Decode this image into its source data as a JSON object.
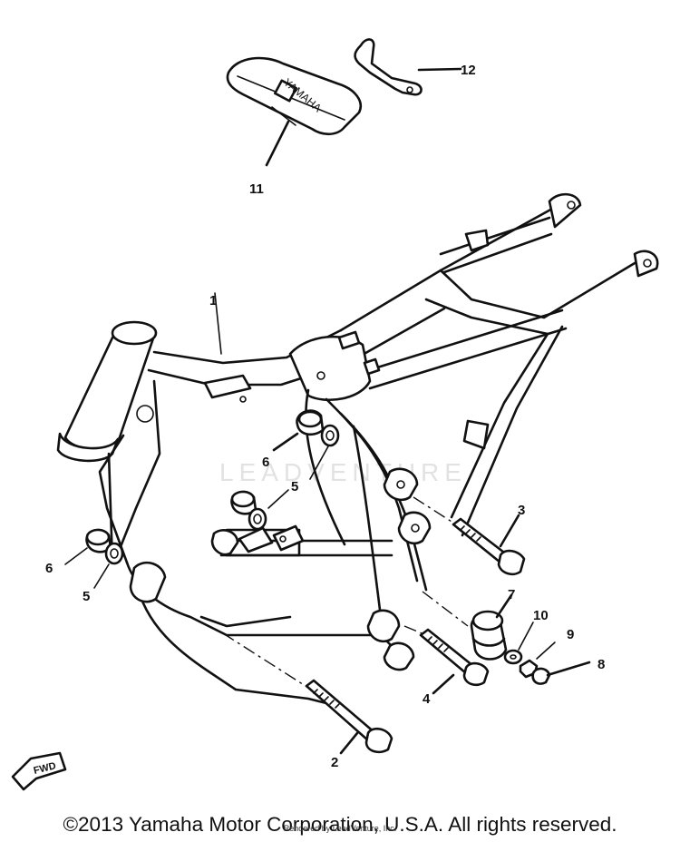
{
  "diagram": {
    "callouts": [
      "1",
      "2",
      "3",
      "4",
      "5",
      "5",
      "6",
      "6",
      "7",
      "8",
      "9",
      "10",
      "11",
      "12"
    ],
    "pouch_text": "YAMAHA",
    "fwd_text": "FWD",
    "watermark": "LEADVENTURE"
  },
  "footer": {
    "copyright": "©2013 Yamaha Motor Corporation, U.S.A. All rights reserved.",
    "rendered_by": "Rendered by LeadVenture, Inc."
  }
}
